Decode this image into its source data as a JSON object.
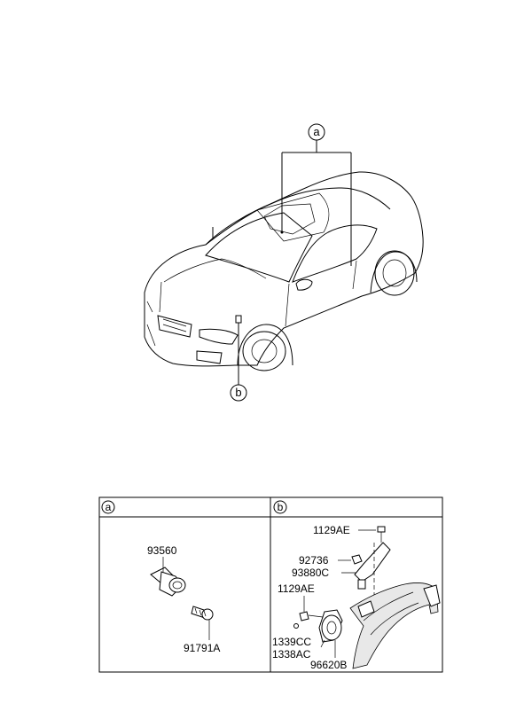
{
  "callouts": {
    "a": "a",
    "b": "b"
  },
  "panel_a": {
    "header": "a",
    "parts": {
      "p1": "93560",
      "p2": "91791A"
    }
  },
  "panel_b": {
    "header": "b",
    "parts": {
      "p1": "1129AE",
      "p2": "92736",
      "p3": "93880C",
      "p4": "1129AE",
      "p5": "1339CC",
      "p6": "1338AC",
      "p7": "96620B"
    }
  }
}
